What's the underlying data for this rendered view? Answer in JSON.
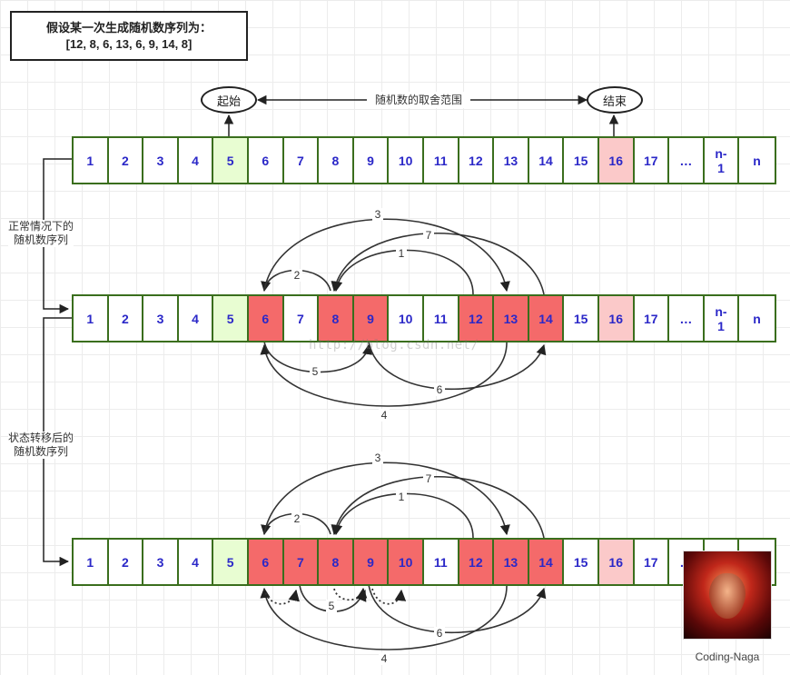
{
  "note": {
    "line1": "假设某一次生成随机数序列为：",
    "line2": "[12, 8, 6, 13, 6, 9, 14, 8]"
  },
  "range": {
    "start_label": "起始",
    "end_label": "结束",
    "middle_label": "随机数的取舍范围"
  },
  "side_labels": {
    "normal": [
      "正常情况下的",
      "随机数序列"
    ],
    "transferred": [
      "状态转移后的",
      "随机数序列"
    ]
  },
  "cells": [
    "1",
    "2",
    "3",
    "4",
    "5",
    "6",
    "7",
    "8",
    "9",
    "10",
    "11",
    "12",
    "13",
    "14",
    "15",
    "16",
    "17",
    "…",
    "n-1",
    "n"
  ],
  "rows": [
    {
      "id": "top",
      "highlight_seq": []
    },
    {
      "id": "normal",
      "highlight_seq": [
        "6",
        "8",
        "9",
        "12",
        "13",
        "14"
      ]
    },
    {
      "id": "transferred",
      "highlight_seq": [
        "6",
        "7",
        "8",
        "9",
        "10",
        "12",
        "13",
        "14"
      ]
    }
  ],
  "start_cell": "5",
  "end_cell": "16",
  "arcs_normal": [
    "1",
    "2",
    "3",
    "4",
    "5",
    "6",
    "7"
  ],
  "arcs_transferred": [
    "1",
    "2",
    "3",
    "4",
    "5",
    "6",
    "7"
  ],
  "watermark": "http://blog.csdn.net/",
  "avatar_caption": "Coding-Naga",
  "colors": {
    "cell_border": "#3a6e1d",
    "cell_text": "#2b28c8",
    "start_fill": "#e8fdd2",
    "end_fill": "#fbc9c9",
    "sequence_fill": "#f46a6a"
  }
}
